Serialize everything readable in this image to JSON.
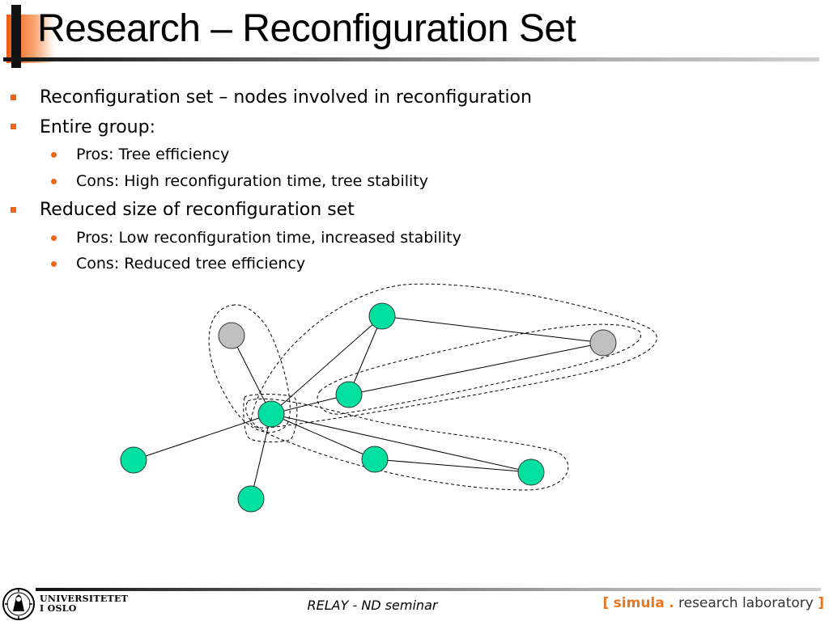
{
  "slide": {
    "title": "Research – Reconfiguration Set",
    "bullets": [
      "Reconfiguration set – nodes involved in reconfiguration",
      "Entire group:",
      "Pros: Tree efficiency",
      "Cons: High reconfiguration time, tree stability",
      "Reduced size of reconfiguration set",
      "Pros: Low reconfiguration time, increased stability",
      "Cons: Reduced tree efficiency"
    ]
  },
  "diagram": {
    "colors": {
      "node_active": "#00e0a0",
      "node_inactive": "#c0c0c0",
      "edge": "#000000",
      "set_outline": "#000000"
    }
  },
  "footer": {
    "university_line1": "UNIVERSITETET",
    "university_line2": "I OSLO",
    "center_text": "RELAY - ND seminar",
    "lab_open": "[",
    "lab_simula": "simula",
    "lab_dot": ".",
    "lab_rest": "research laboratory",
    "lab_close": "]"
  },
  "colors": {
    "accent": "#f06418",
    "title_bar": "#111111"
  }
}
